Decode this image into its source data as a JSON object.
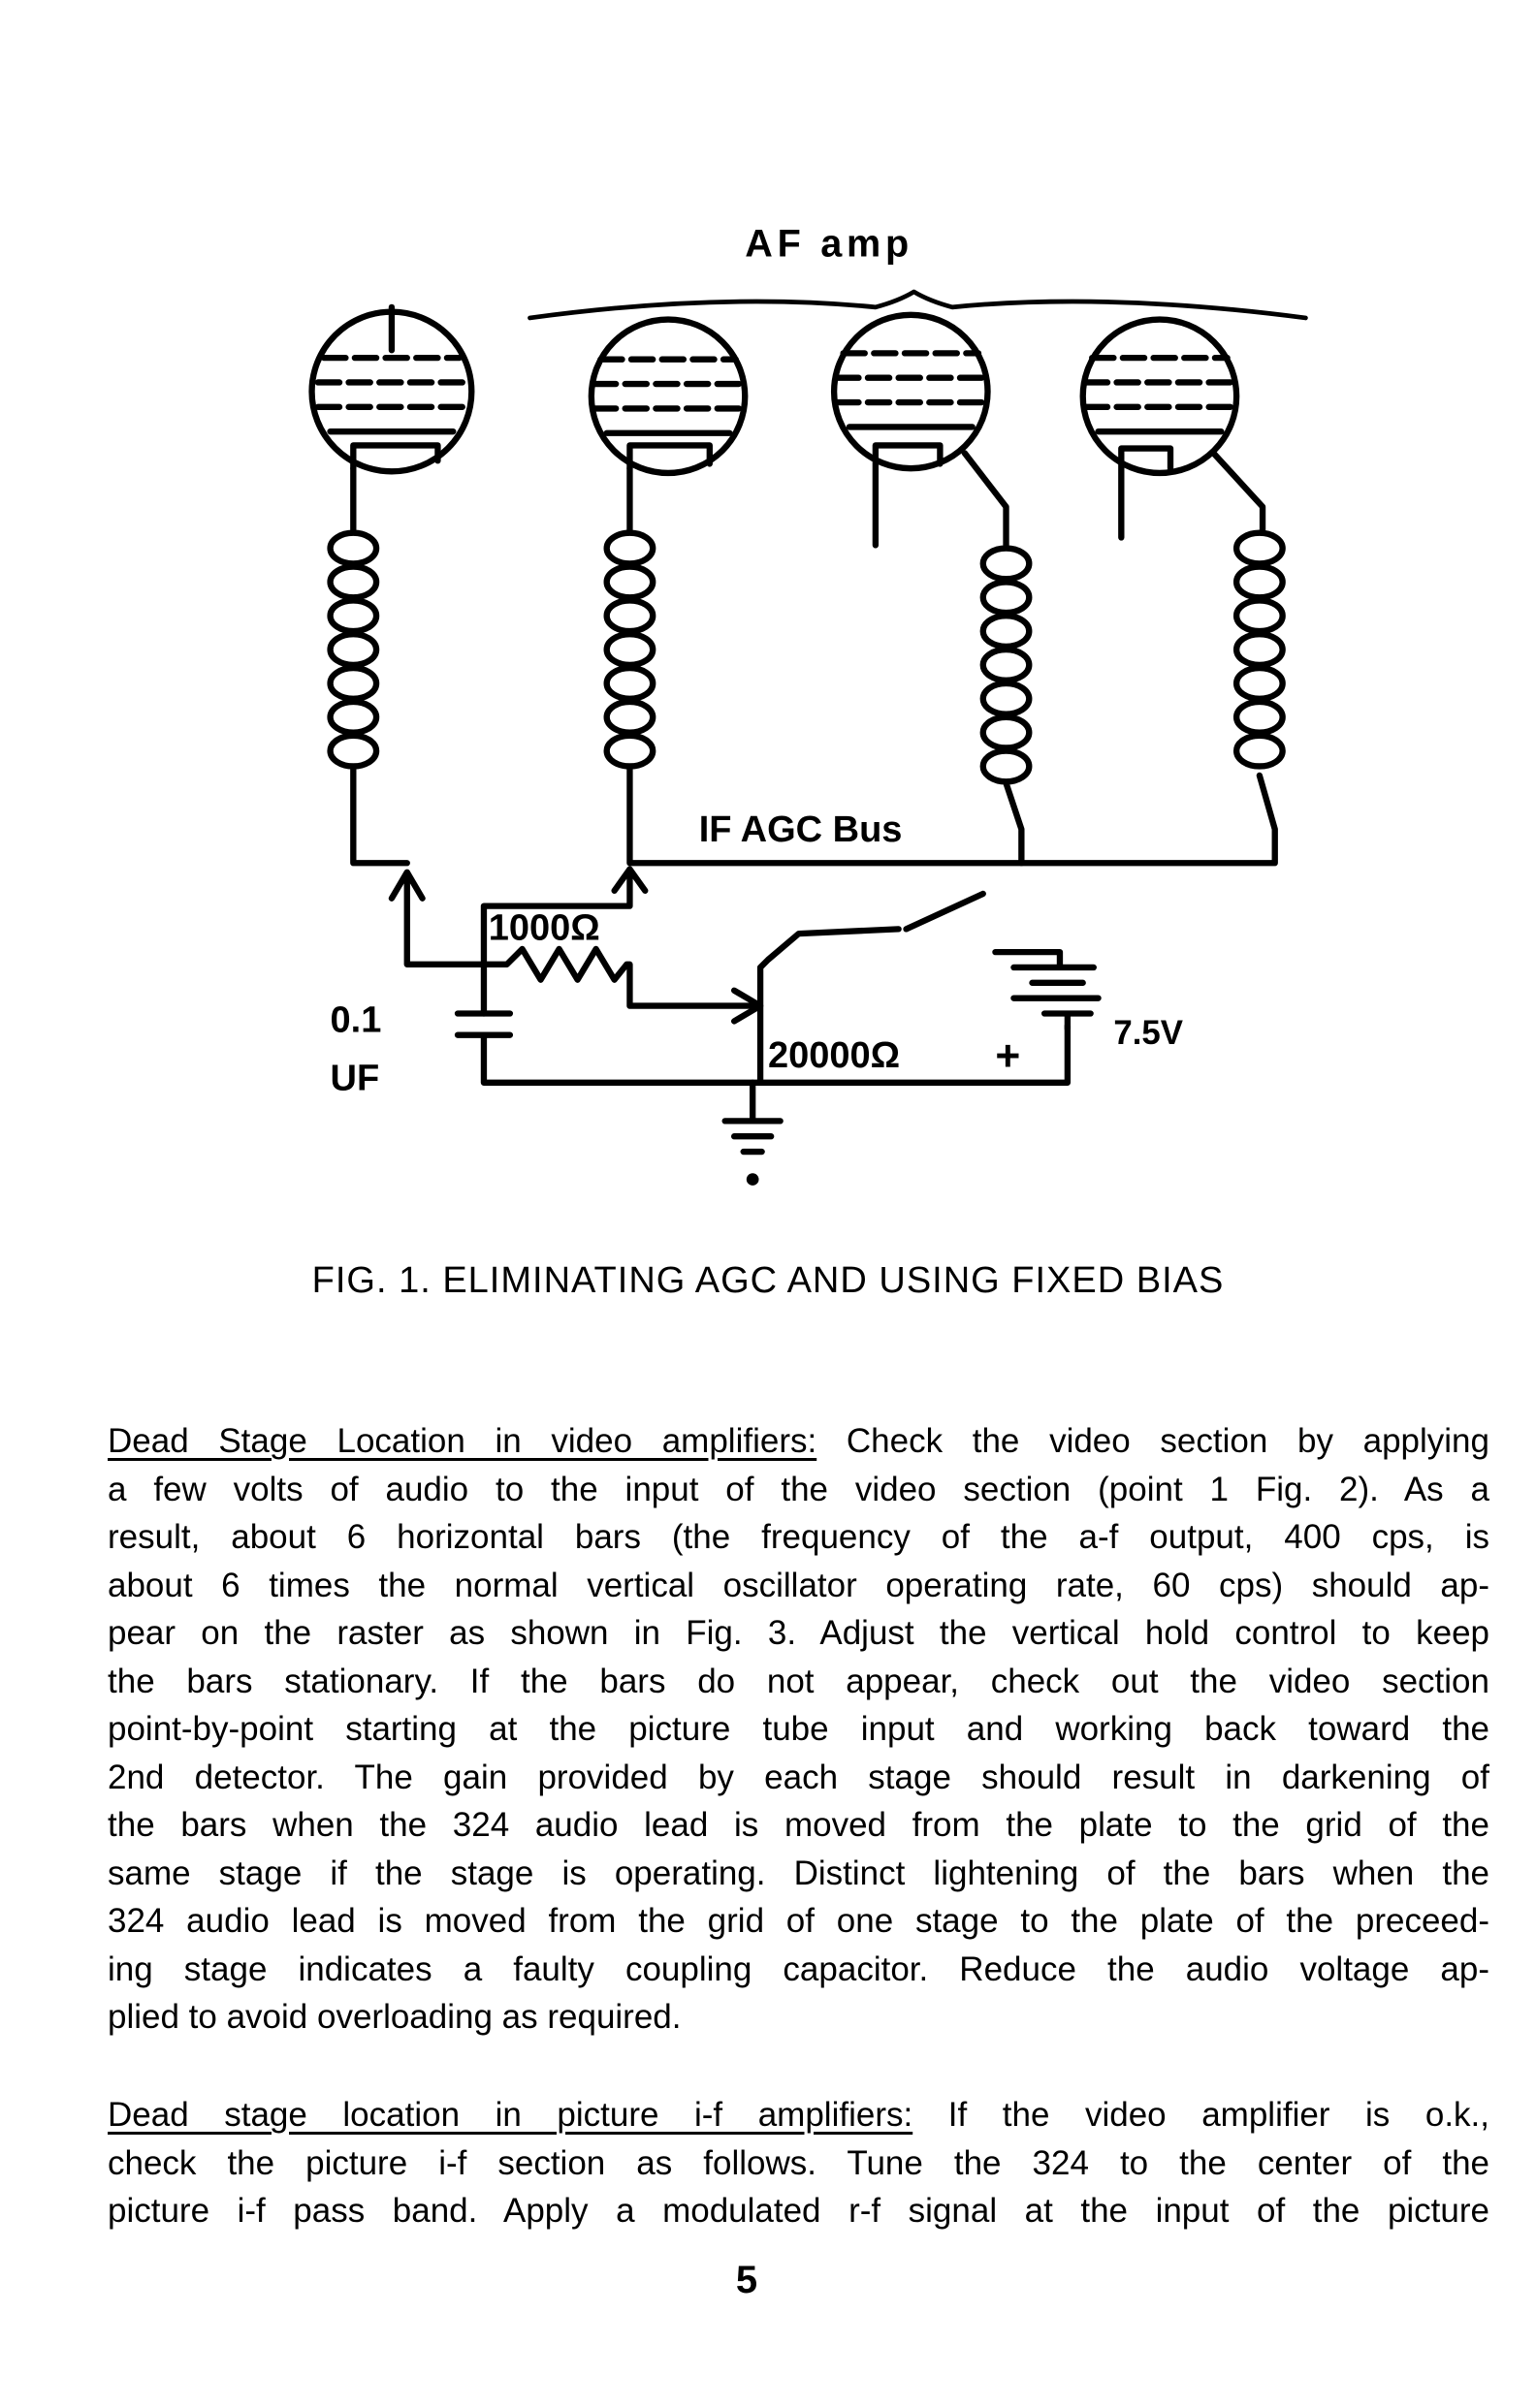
{
  "figure": {
    "labels": {
      "af_amp": "AF amp",
      "if_agc_bus": "IF AGC Bus",
      "resistor_1000": "1000Ω",
      "resistor_20000": "20000Ω",
      "plus": "+",
      "voltage": "7.5V",
      "cap_value": "0.1",
      "cap_unit": "UF"
    },
    "caption": "FIG. 1.  ELIMINATING AGC AND USING FIXED BIAS"
  },
  "paragraphs": [
    {
      "heading": "Dead Stage Location in video amplifiers:",
      "lines": [
        " Check the video section by applying",
        "a few volts of audio to the input of the video section (point 1 Fig. 2).  As a",
        "result, about 6 horizontal bars (the frequency of the a-f output, 400 cps, is",
        "about 6 times the normal vertical oscillator operating rate, 60 cps) should ap-",
        "pear on the raster as shown in Fig. 3.  Adjust the vertical hold control to keep",
        "the bars stationary.  If the bars do not appear, check out the video section",
        "point-by-point starting at the picture tube input and working back toward the",
        "2nd detector.  The gain provided by each stage should result in darkening of",
        "the bars when the 324 audio lead is moved from the plate to the grid of the",
        "same stage if the stage is operating.  Distinct lightening of the bars when the",
        "324 audio lead is moved from the grid of one stage to the plate of the preceed-",
        "ing stage indicates a faulty coupling capacitor.  Reduce the audio voltage ap-",
        "plied to avoid overloading as required."
      ]
    },
    {
      "heading": "Dead stage location in picture i-f amplifiers:",
      "lines": [
        " If the video amplifier is o.k.,",
        "check the picture i-f section as follows.  Tune the 324 to the center of the",
        "picture i-f pass band.  Apply a modulated r-f signal at the input of the picture"
      ]
    }
  ],
  "page_number": "5"
}
